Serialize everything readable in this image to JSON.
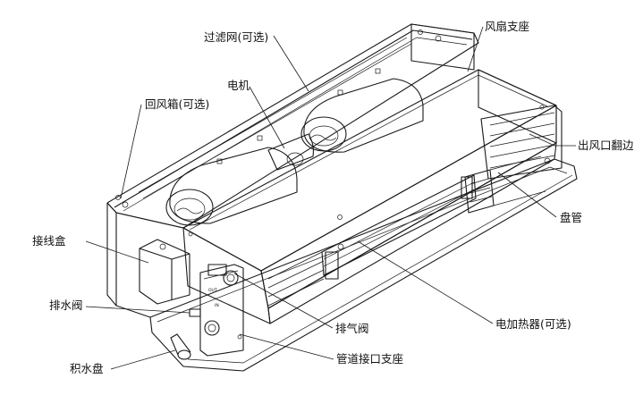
{
  "labels": {
    "filter": "过滤网(可选)",
    "fan_bracket": "风扇支座",
    "motor": "电机",
    "return_box": "回风箱(可选)",
    "outlet_flange": "出风口翻边",
    "coil": "盘管",
    "junction_box": "接线盒",
    "drain_valve": "排水阀",
    "vent_valve": "排气阀",
    "electric_heater": "电加热器(可选)",
    "drain_pan": "积水盘",
    "pipe_bracket": "管道接口支座"
  },
  "stamps": {
    "in": "IN",
    "out": "OUT"
  },
  "colors": {
    "line": "#1a1a1a",
    "fill_light": "#f2f2f2",
    "fill_mid": "#d9d9d9",
    "background": "#ffffff"
  }
}
